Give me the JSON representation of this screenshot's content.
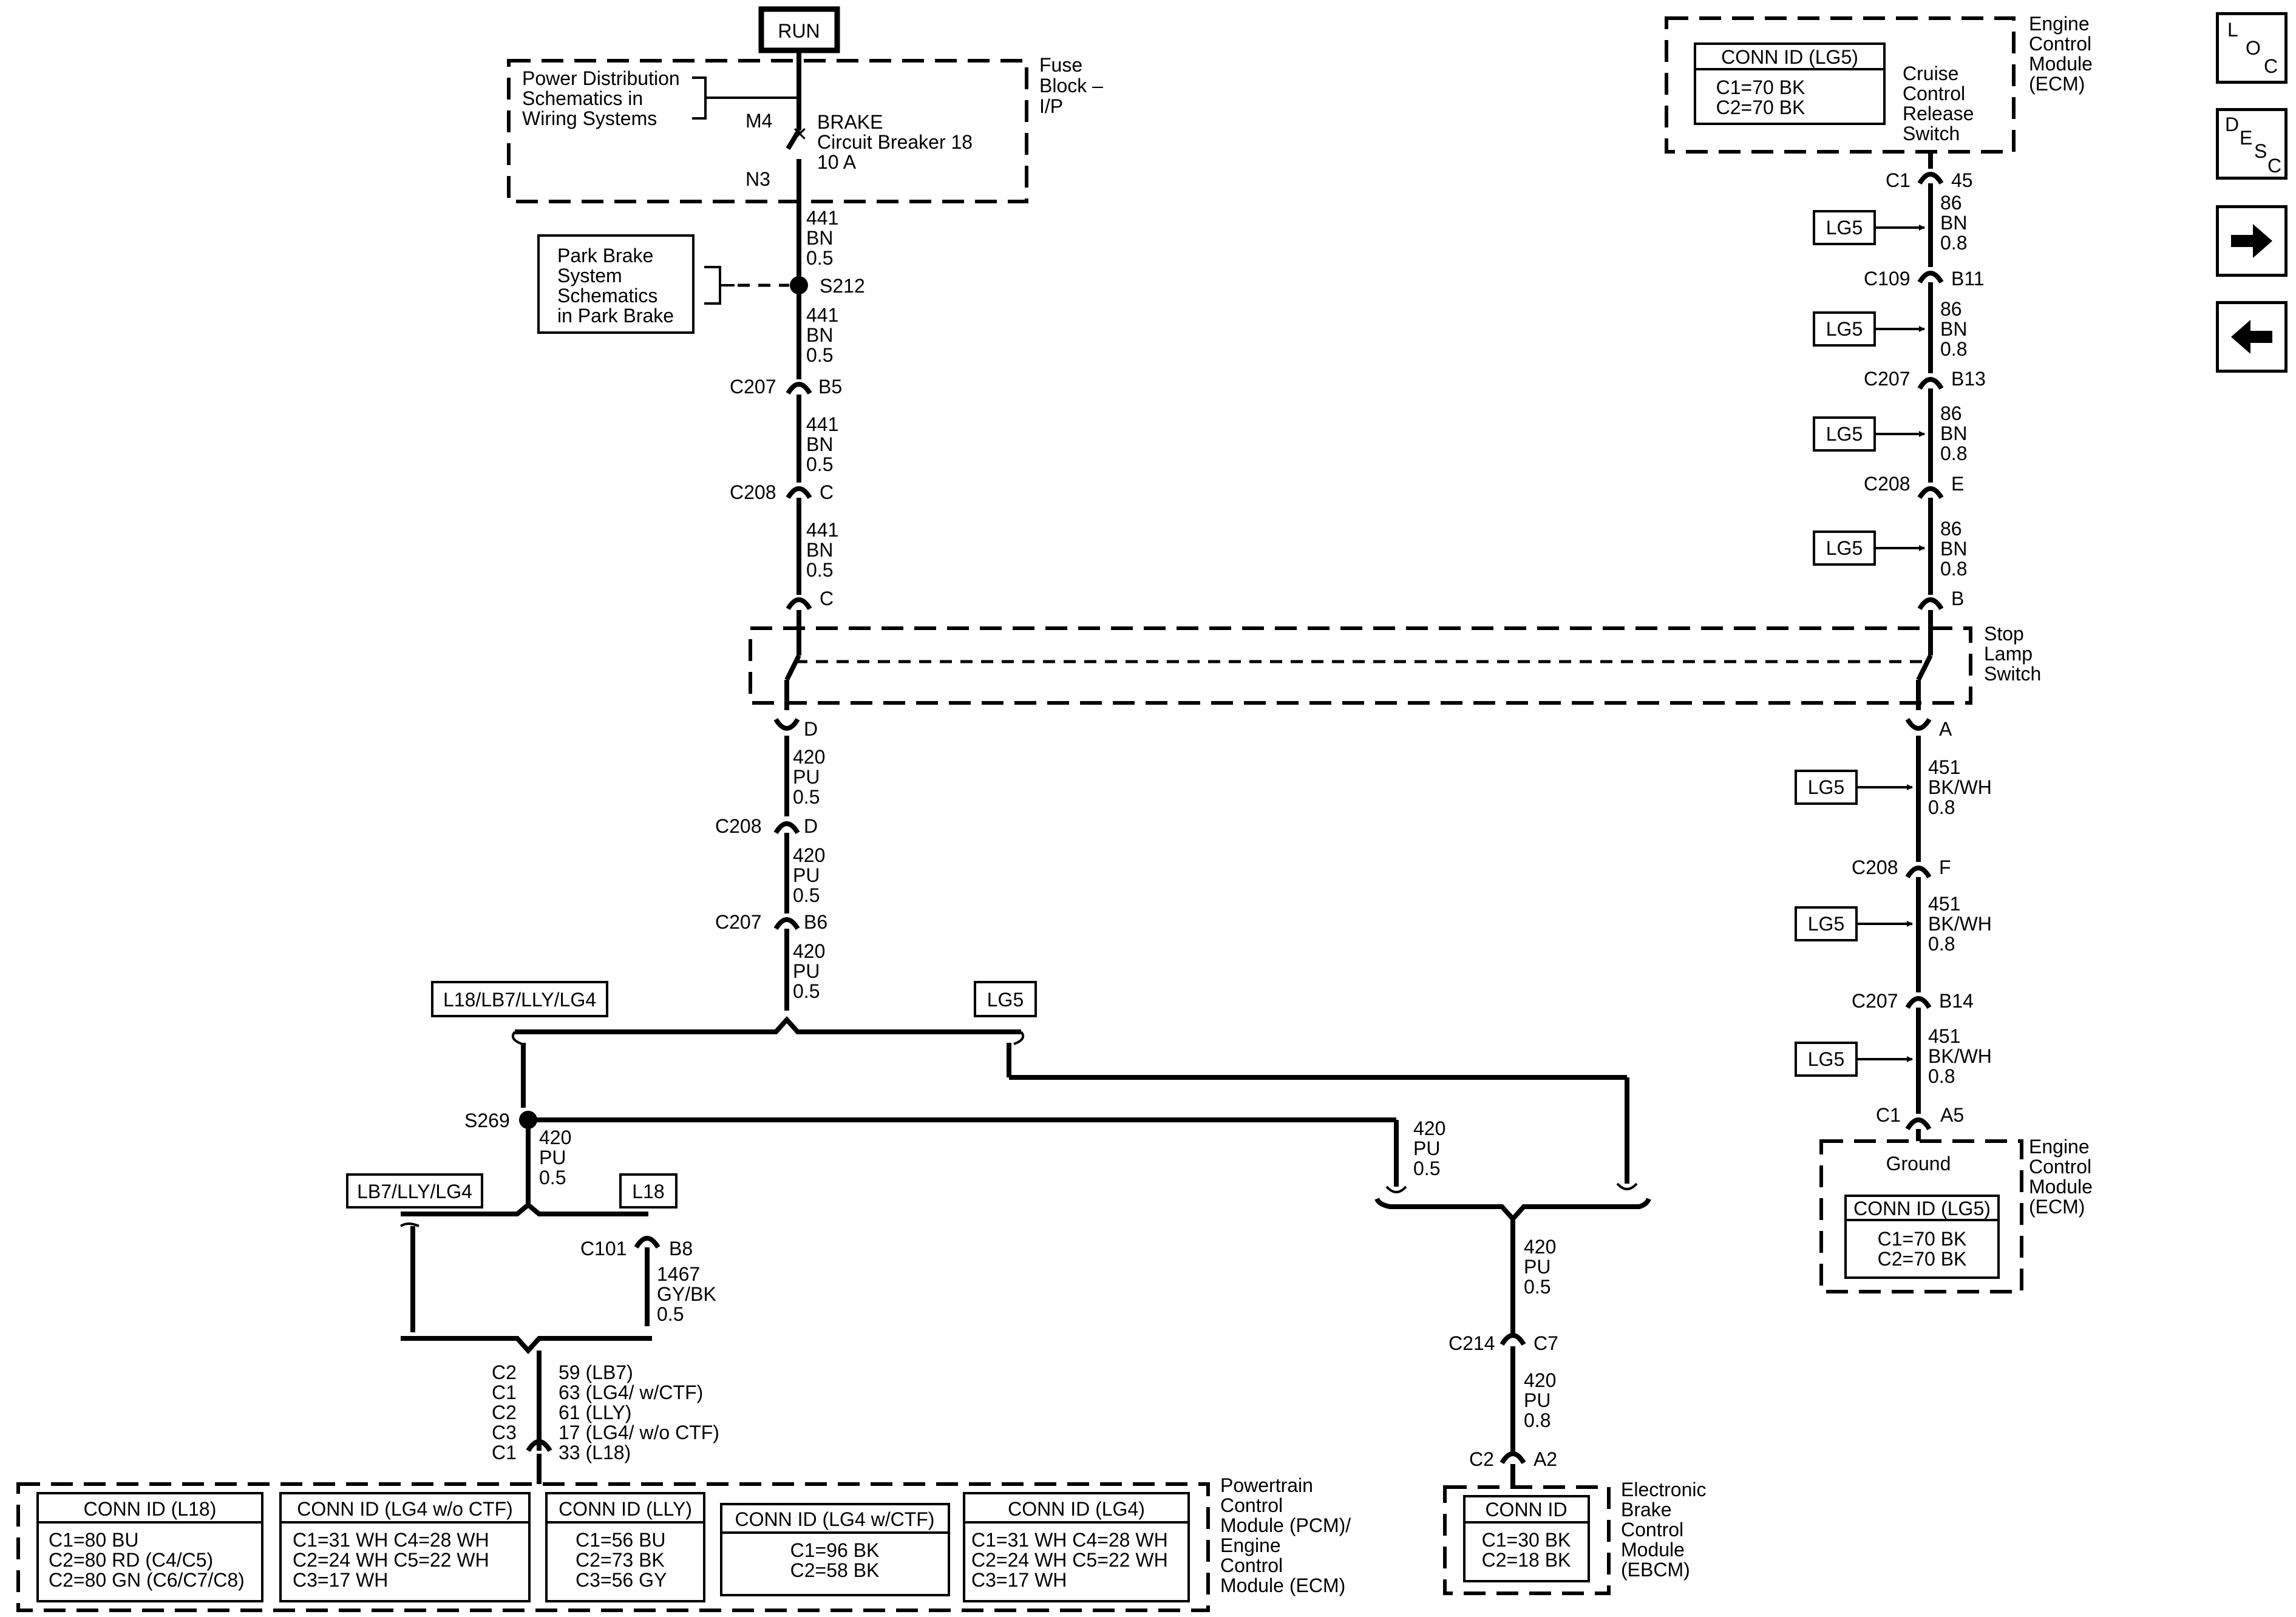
{
  "run_label": "RUN",
  "fuse_block": {
    "label_lines": [
      "Fuse",
      "Block –",
      "I/P"
    ],
    "power_ref_lines": [
      "Power Distribution",
      "Schematics in",
      "Wiring Systems"
    ],
    "terminal_in": "M4",
    "terminal_out": "N3",
    "breaker_lines": [
      "BRAKE",
      "Circuit Breaker 18",
      "10 A"
    ]
  },
  "park_brake_ref_lines": [
    "Park Brake",
    "System",
    "Schematics",
    "in Park Brake"
  ],
  "splice_s212": "S212",
  "splice_s269": "S269",
  "left_wire_labels": [
    [
      "441",
      "BN",
      "0.5"
    ],
    [
      "441",
      "BN",
      "0.5"
    ],
    [
      "441",
      "BN",
      "0.5"
    ],
    [
      "441",
      "BN",
      "0.5"
    ],
    [
      "420",
      "PU",
      "0.5"
    ],
    [
      "420",
      "PU",
      "0.5"
    ],
    [
      "420",
      "PU",
      "0.5"
    ],
    [
      "420",
      "PU",
      "0.5"
    ],
    [
      "420",
      "PU",
      "0.5"
    ],
    [
      "420",
      "PU",
      "0.8"
    ],
    [
      "1467",
      "GY/BK",
      "0.5"
    ]
  ],
  "left_connectors": [
    {
      "conn": "C207",
      "pin": "B5"
    },
    {
      "conn": "C208",
      "pin": "C"
    },
    {
      "conn": "",
      "pin": "C"
    },
    {
      "conn": "",
      "pin": "D"
    },
    {
      "conn": "C208",
      "pin": "D"
    },
    {
      "conn": "C207",
      "pin": "B6"
    },
    {
      "conn": "C101",
      "pin": "B8"
    },
    {
      "conn": "C214",
      "pin": "C7"
    },
    {
      "conn": "C2",
      "pin": "A2"
    }
  ],
  "stop_lamp_switch_lines": [
    "Stop",
    "Lamp",
    "Switch"
  ],
  "option_boxes": {
    "top_left": "L18/LB7/LLY/LG4",
    "top_right": "LG5",
    "mid_left": "LB7/LLY/LG4",
    "mid_right": "L18"
  },
  "pcm_pins": [
    {
      "conn": "C2",
      "text": "59 (LB7)"
    },
    {
      "conn": "C1",
      "text": "63 (LG4/ w/CTF)"
    },
    {
      "conn": "C2",
      "text": "61 (LLY)"
    },
    {
      "conn": "C3",
      "text": "17 (LG4/ w/o CTF)"
    },
    {
      "conn": "C1",
      "text": "33 (L18)"
    }
  ],
  "pcm_label_lines": [
    "Powertrain",
    "Control",
    "Module (PCM)/",
    "Engine",
    "Control",
    "Module (ECM)"
  ],
  "pcm_conn_boxes": [
    {
      "title": "CONN ID (L18)",
      "lines": [
        "C1=80 BU",
        "C2=80 RD (C4/C5)",
        "C2=80 GN (C6/C7/C8)"
      ]
    },
    {
      "title": "CONN ID (LG4 w/o CTF)",
      "lines": [
        "C1=31 WH  C4=28 WH",
        "C2=24 WH  C5=22 WH",
        "C3=17 WH"
      ]
    },
    {
      "title": "CONN ID (LLY)",
      "lines": [
        "C1=56 BU",
        "C2=73 BK",
        "C3=56 GY"
      ]
    },
    {
      "title": "CONN ID (LG4 w/CTF)",
      "lines": [
        "C1=96 BK",
        "C2=58 BK"
      ]
    },
    {
      "title": "CONN ID (LG4)",
      "lines": [
        "C1=31 WH  C4=28 WH",
        "C2=24 WH  C5=22 WH",
        "C3=17 WH"
      ]
    }
  ],
  "ebcm": {
    "label_lines": [
      "Electronic",
      "Brake",
      "Control",
      "Module",
      "(EBCM)"
    ],
    "title": "CONN ID",
    "lines": [
      "C1=30 BK",
      "C2=18 BK"
    ]
  },
  "ecm_top": {
    "label_lines": [
      "Engine",
      "Control",
      "Module",
      "(ECM)"
    ],
    "switch_lines": [
      "Cruise",
      "Control",
      "Release",
      "Switch"
    ],
    "title": "CONN ID (LG5)",
    "lines": [
      "C1=70 BK",
      "C2=70 BK"
    ]
  },
  "ecm_bottom": {
    "label_lines": [
      "Engine",
      "Control",
      "Module",
      "(ECM)"
    ],
    "ground": "Ground",
    "title": "CONN ID (LG5)",
    "lines": [
      "C1=70 BK",
      "C2=70 BK"
    ]
  },
  "right_connectors": [
    {
      "conn": "C1",
      "pin": "45"
    },
    {
      "conn": "C109",
      "pin": "B11"
    },
    {
      "conn": "C207",
      "pin": "B13"
    },
    {
      "conn": "C208",
      "pin": "E"
    },
    {
      "conn": "",
      "pin": "B"
    },
    {
      "conn": "",
      "pin": "A"
    },
    {
      "conn": "C208",
      "pin": "F"
    },
    {
      "conn": "C207",
      "pin": "B14"
    },
    {
      "conn": "C1",
      "pin": "A5"
    }
  ],
  "right_wire_labels": [
    [
      "86",
      "BN",
      "0.8"
    ],
    [
      "86",
      "BN",
      "0.8"
    ],
    [
      "86",
      "BN",
      "0.8"
    ],
    [
      "86",
      "BN",
      "0.8"
    ],
    [
      "451",
      "BK/WH",
      "0.8"
    ],
    [
      "451",
      "BK/WH",
      "0.8"
    ],
    [
      "451",
      "BK/WH",
      "0.8"
    ]
  ],
  "lg5_tag": "LG5",
  "nav": {
    "loc_letters": [
      "L",
      "O",
      "C"
    ],
    "desc_letters": [
      "D",
      "E",
      "S",
      "C"
    ],
    "next_icon": "right-arrow-icon",
    "prev_icon": "left-arrow-icon"
  }
}
